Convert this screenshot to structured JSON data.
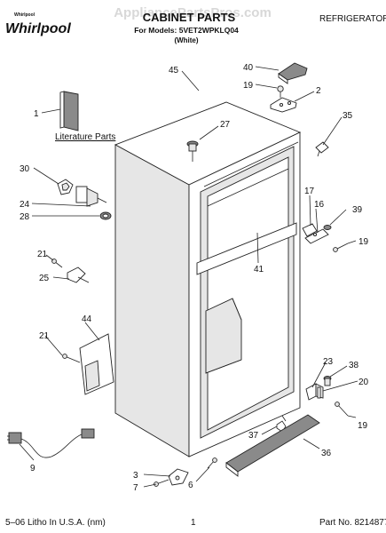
{
  "header": {
    "brand": "Whirlpool",
    "brand_small": "Whirlpool",
    "watermark": "AppliancePartsPros.com",
    "title": "CABINET PARTS",
    "models_line": "For Models: 5VET2WPKLQ04",
    "color_line": "(White)",
    "category": "REFRIGERATOR"
  },
  "literature_label": "Literature Parts",
  "callouts": {
    "c1": "1",
    "c2": "2",
    "c3": "3",
    "c6": "6",
    "c7": "7",
    "c9": "9",
    "c16": "16",
    "c17": "17",
    "c19a": "19",
    "c19b": "19",
    "c19c": "19",
    "c20": "20",
    "c21a": "21",
    "c21b": "21",
    "c23": "23",
    "c24": "24",
    "c25": "25",
    "c27": "27",
    "c28": "28",
    "c30": "30",
    "c35": "35",
    "c36": "36",
    "c37": "37",
    "c38": "38",
    "c39": "39",
    "c40": "40",
    "c41": "41",
    "c44": "44",
    "c45": "45"
  },
  "footer": {
    "left": "5–06 Litho In U.S.A. (nm)",
    "page": "1",
    "part_no": "Part No. 8214877"
  }
}
